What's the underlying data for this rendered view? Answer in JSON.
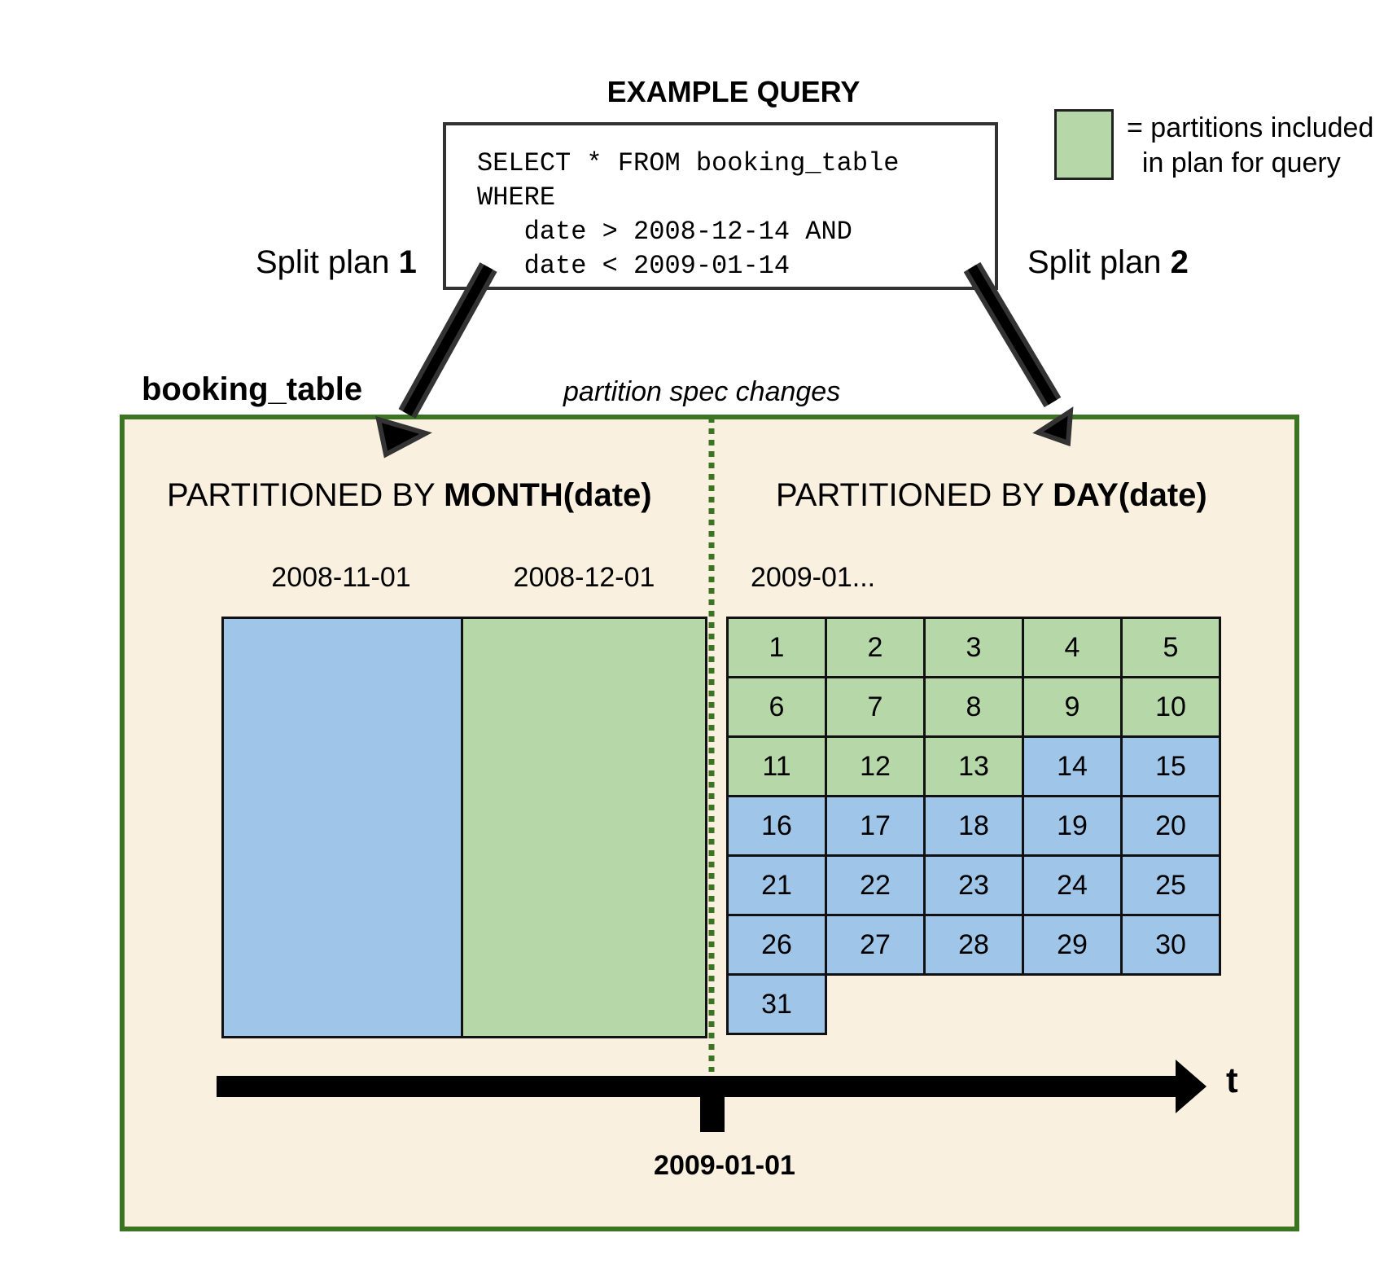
{
  "query": {
    "title": "EXAMPLE QUERY",
    "code": "SELECT * FROM booking_table\nWHERE\n   date > 2008-12-14 AND\n   date < 2009-01-14"
  },
  "legend": {
    "swatch_color": "#b6d7a8",
    "text": "= partitions included\n  in plan for query"
  },
  "split_plan_1": {
    "prefix": "Split plan ",
    "number": "1"
  },
  "split_plan_2": {
    "prefix": "Split plan ",
    "number": "2"
  },
  "table": {
    "name": "booking_table",
    "spec_change_label": "partition spec changes",
    "month_section": {
      "prefix": "PARTITIONED BY ",
      "bold": "MONTH(date)"
    },
    "day_section": {
      "prefix": "PARTITIONED BY ",
      "bold": "DAY(date)"
    },
    "month_partitions": [
      {
        "label": "2008-11-01",
        "included": false
      },
      {
        "label": "2008-12-01",
        "included": true
      }
    ],
    "day_header": "2009-01...",
    "days": [
      {
        "label": "1",
        "included": true
      },
      {
        "label": "2",
        "included": true
      },
      {
        "label": "3",
        "included": true
      },
      {
        "label": "4",
        "included": true
      },
      {
        "label": "5",
        "included": true
      },
      {
        "label": "6",
        "included": true
      },
      {
        "label": "7",
        "included": true
      },
      {
        "label": "8",
        "included": true
      },
      {
        "label": "9",
        "included": true
      },
      {
        "label": "10",
        "included": true
      },
      {
        "label": "11",
        "included": true
      },
      {
        "label": "12",
        "included": true
      },
      {
        "label": "13",
        "included": true
      },
      {
        "label": "14",
        "included": false
      },
      {
        "label": "15",
        "included": false
      },
      {
        "label": "16",
        "included": false
      },
      {
        "label": "17",
        "included": false
      },
      {
        "label": "18",
        "included": false
      },
      {
        "label": "19",
        "included": false
      },
      {
        "label": "20",
        "included": false
      },
      {
        "label": "21",
        "included": false
      },
      {
        "label": "22",
        "included": false
      },
      {
        "label": "23",
        "included": false
      },
      {
        "label": "24",
        "included": false
      },
      {
        "label": "25",
        "included": false
      },
      {
        "label": "26",
        "included": false
      },
      {
        "label": "27",
        "included": false
      },
      {
        "label": "28",
        "included": false
      },
      {
        "label": "29",
        "included": false
      },
      {
        "label": "30",
        "included": false
      },
      {
        "label": "31",
        "included": false
      }
    ],
    "timeline_label": "t",
    "change_date": "2009-01-01"
  },
  "colors": {
    "included": "#b6d7a8",
    "excluded": "#9fc5e8",
    "frame": "#3b7522",
    "background": "#f9f0df"
  }
}
